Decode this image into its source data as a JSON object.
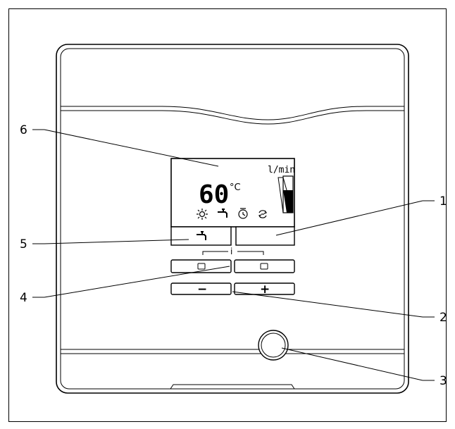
{
  "display": {
    "flow_unit": "l/min",
    "temperature": "60",
    "temperature_unit": "°C",
    "status_icons": [
      "sun-icon",
      "tap-icon",
      "clock-icon",
      "cycle-icon"
    ]
  },
  "keys": {
    "info_label": "i",
    "minus_label": "−",
    "plus_label": "+",
    "left_softkey_icon": "tap-icon",
    "right_softkey_icon": ""
  },
  "callouts": {
    "c1": "1",
    "c2": "2",
    "c3": "3",
    "c4": "4",
    "c5": "5",
    "c6": "6"
  }
}
